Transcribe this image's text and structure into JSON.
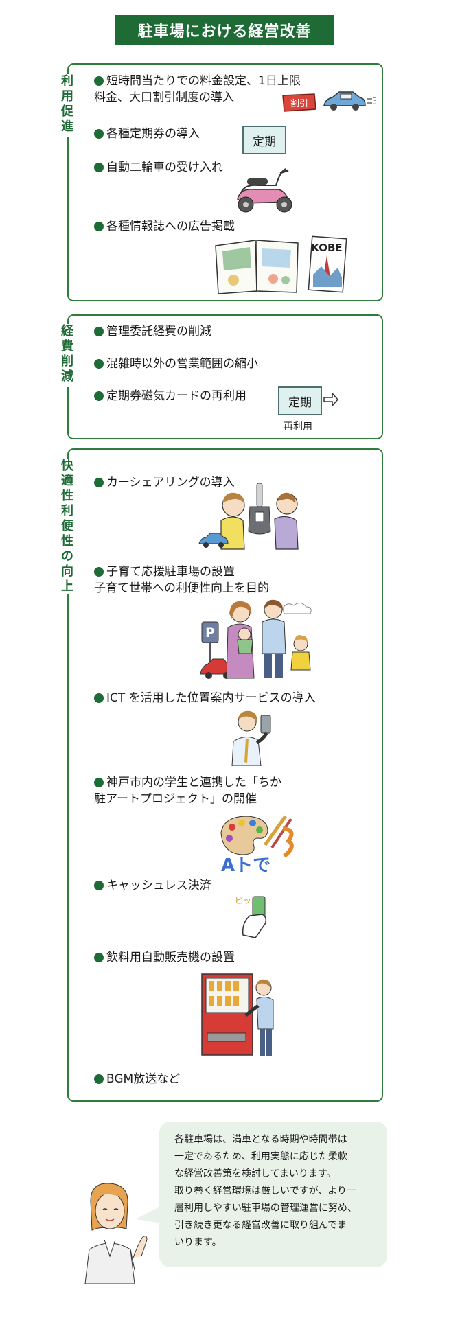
{
  "title": "駐車場における経営改善",
  "sections": {
    "usage": {
      "label": "利用促進",
      "items": [
        {
          "line1": "短時間当たりでの料金設定、1日上限",
          "line2": "料金、大口割引制度の導入"
        },
        {
          "line1": "各種定期券の導入"
        },
        {
          "line1": "自動二輪車の受け入れ"
        },
        {
          "line1": "各種情報誌への広告掲載"
        }
      ],
      "discount_sign": "割引",
      "pass_label": "定期",
      "magazine_title": "KOBE"
    },
    "cost": {
      "label": "経費削減",
      "items": [
        {
          "line1": "管理委託経費の削減"
        },
        {
          "line1": "混雑時以外の営業範囲の縮小"
        },
        {
          "line1": "定期券磁気カードの再利用"
        }
      ],
      "pass_label": "定期",
      "reuse_label": "再利用"
    },
    "comfort": {
      "label": "快適性利便性の向上",
      "items": [
        {
          "line1": "カーシェアリングの導入"
        },
        {
          "line1": "子育て応援駐車場の設置",
          "line2": "子育て世帯への利便性向上を目的"
        },
        {
          "line1": "ICT を活用した位置案内サービスの導入"
        },
        {
          "line1": "神戸市内の学生と連携した「ちか",
          "line2": "駐アートプロジェクト」の開催"
        },
        {
          "line1": "キャッシュレス決済"
        },
        {
          "line1": "飲料用自動販売機の設置"
        },
        {
          "line1": "BGM放送など"
        }
      ],
      "parking_sign": "P",
      "art_text": "Aトで",
      "pay_sound": "ピッ"
    }
  },
  "message": {
    "lines": [
      "各駐車場は、満車となる時期や時間帯は",
      "一定であるため、利用実態に応じた柔軟",
      "な経営改善策を検討してまいります。",
      "取り巻く経営環境は厳しいですが、より一",
      "層利用しやすい駐車場の管理運営に努め、",
      "引き続き更なる経営改善に取り組んでま",
      "いります。"
    ]
  },
  "colors": {
    "accent": "#1e6b35",
    "border": "#2e7d3a",
    "bubble": "#e8f2e9"
  }
}
